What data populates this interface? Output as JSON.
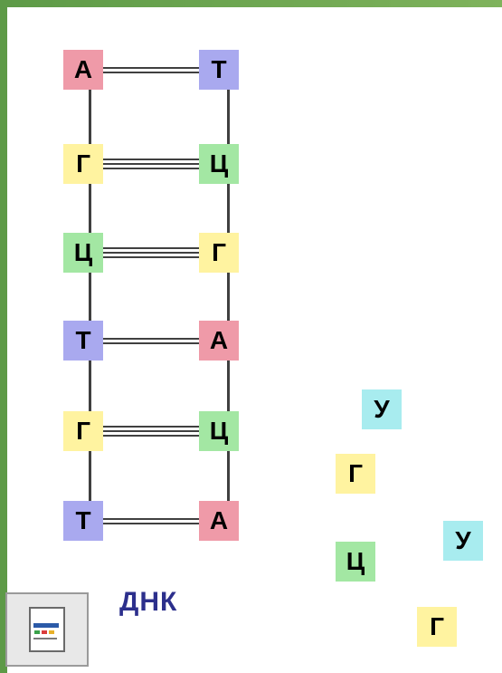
{
  "colors": {
    "A": "#ef9aa8",
    "T": "#a9a9ef",
    "G": "#fff3a0",
    "C": "#a3e7a3",
    "U": "#a8ecef"
  },
  "dna": {
    "left": [
      "А",
      "Г",
      "Ц",
      "Т",
      "Г",
      "Т"
    ],
    "right": [
      "Т",
      "Ц",
      "Г",
      "А",
      "Ц",
      "А"
    ],
    "left_types": [
      "A",
      "G",
      "C",
      "T",
      "G",
      "T"
    ],
    "right_types": [
      "T",
      "C",
      "G",
      "A",
      "C",
      "A"
    ],
    "bonds": [
      2,
      3,
      3,
      2,
      3,
      2
    ]
  },
  "free_nucleotides": [
    {
      "letter": "У",
      "type": "U"
    },
    {
      "letter": "Г",
      "type": "G"
    },
    {
      "letter": "У",
      "type": "U"
    },
    {
      "letter": "Ц",
      "type": "C"
    },
    {
      "letter": "Г",
      "type": "G"
    }
  ],
  "caption": "ДНК",
  "document_icon": "document-icon"
}
